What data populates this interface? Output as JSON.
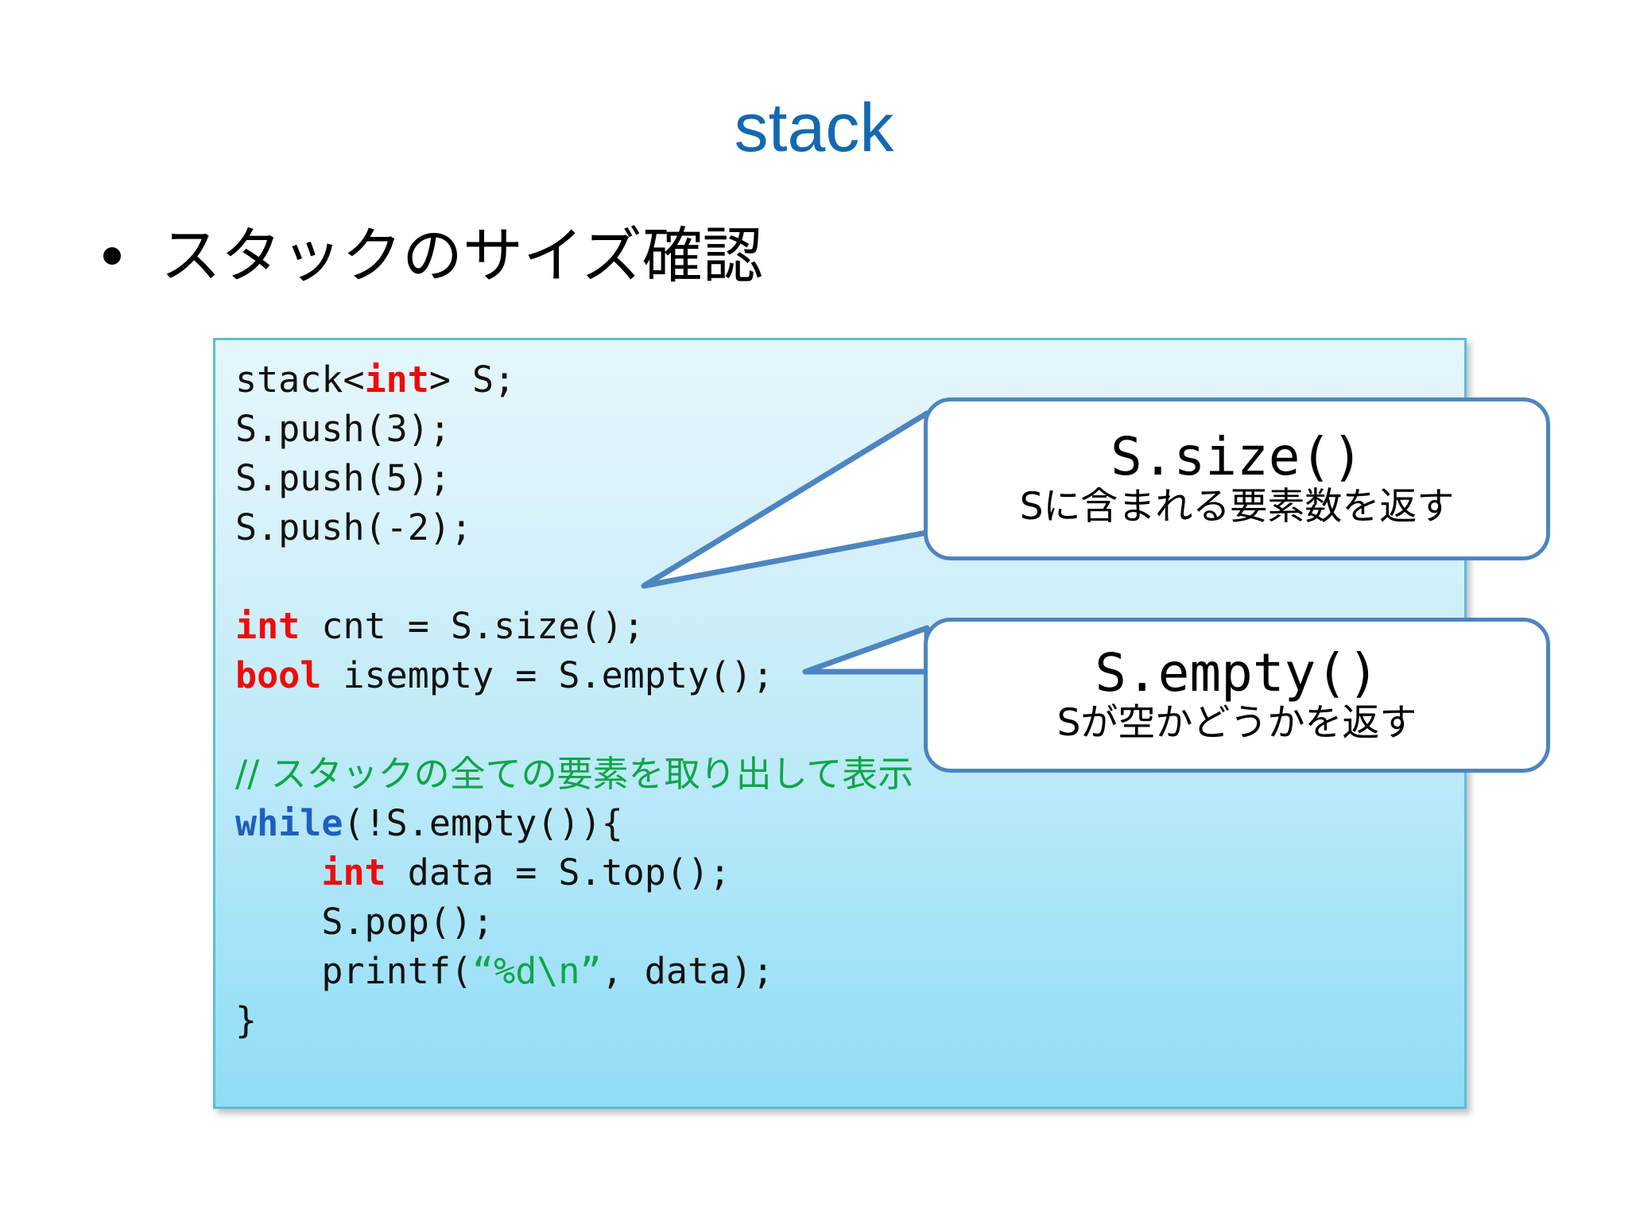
{
  "slide": {
    "title": "stack",
    "title_color": "#1269B0",
    "background": "#ffffff"
  },
  "bullet": {
    "marker": "•",
    "text": "スタックのサイズ確認"
  },
  "code_box": {
    "border_color": "#5BBFD6",
    "gradient_top": "#E4F6FB",
    "gradient_bottom": "#8FDDF6",
    "language": "C++",
    "keyword_color": "#F00A0A",
    "control_keyword_color": "#1F5FBF",
    "comment_color": "#10A548",
    "string_color": "#10A548",
    "lines": [
      "stack<int> S;",
      "S.push(3);",
      "S.push(5);",
      "S.push(-2);",
      "",
      "int cnt = S.size();",
      "bool isempty = S.empty();",
      "",
      "// スタックの全ての要素を取り出して表示",
      "while(!S.empty()){",
      "    int data = S.top();",
      "    S.pop();",
      "    printf(“%d\\n”, data);",
      "}"
    ]
  },
  "callouts": [
    {
      "id": "size",
      "title": "S.size()",
      "subtitle": "Sに含まれる要素数を返す",
      "border_color": "#4D85C0",
      "points_to": "int cnt = S.size();"
    },
    {
      "id": "empty",
      "title": "S.empty()",
      "subtitle": "Sが空かどうかを返す",
      "border_color": "#4D85C0",
      "points_to": "bool isempty = S.empty();"
    }
  ]
}
